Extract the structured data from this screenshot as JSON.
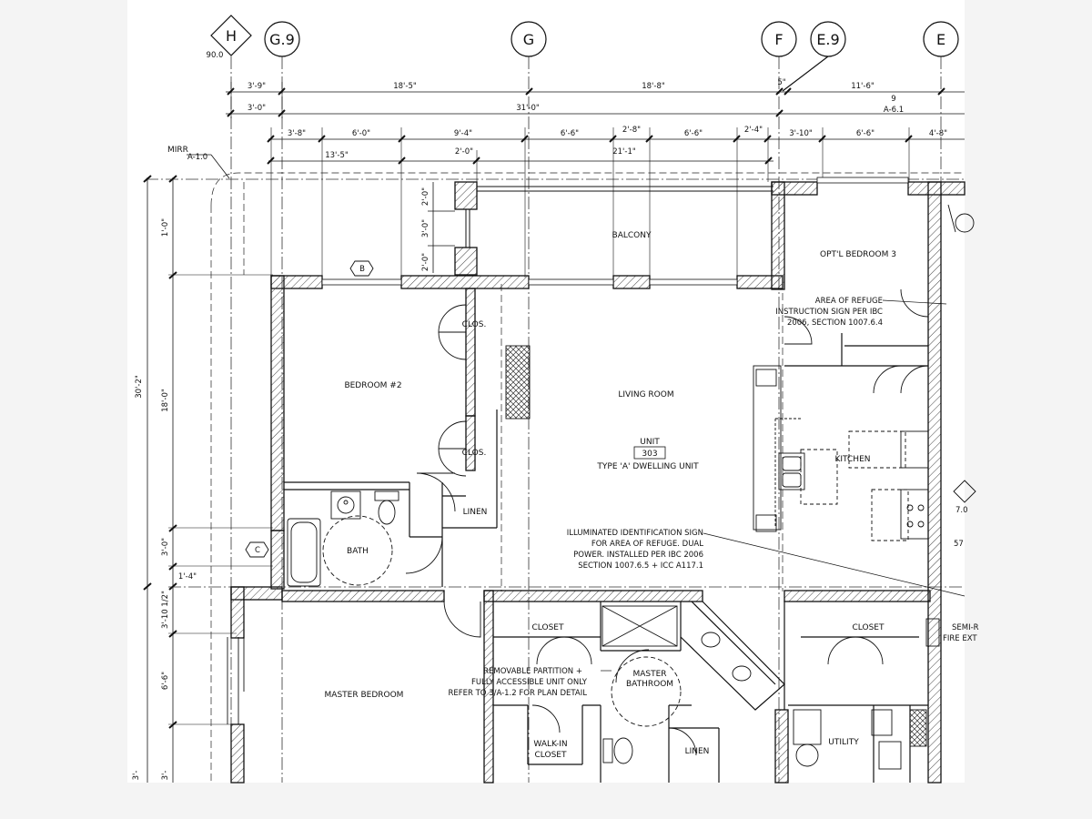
{
  "grid_lines": [
    {
      "id": "H",
      "shape": "diamond",
      "sub": "90.0"
    },
    {
      "id": "G.9",
      "shape": "circle"
    },
    {
      "id": "G",
      "shape": "circle"
    },
    {
      "id": "F",
      "shape": "circle"
    },
    {
      "id": "E.9",
      "shape": "circle"
    },
    {
      "id": "E",
      "shape": "circle"
    }
  ],
  "dims": {
    "row1": [
      "3'-9\"",
      "18'-5\"",
      "18'-8\"",
      "5\"",
      "11'-6\""
    ],
    "row2": [
      "3'-0\"",
      "31'-0\"",
      "9",
      "A-6.1"
    ],
    "row3": [
      "3'-8\"",
      "6'-0\"",
      "9'-4\"",
      "6'-6\"",
      "2'-8\"",
      "6'-6\"",
      "2'-4\"",
      "3'-10\"",
      "6'-6\"",
      "4'-8\""
    ],
    "row4": [
      "13'-5\"",
      "2'-0\"",
      "21'-1\""
    ],
    "left": [
      "1'-0\"",
      "30'-2\"",
      "18'-0\"",
      "3'-0\"",
      "1'-4\"",
      "3'-10 1/2\"",
      "6'-6\"",
      "3'-"
    ],
    "balcony_v": [
      "2'-0\"",
      "3'-0\"",
      "2'-0\""
    ]
  },
  "callouts": {
    "mirr": "MIRR",
    "mirr_ref": "A-1.0",
    "tag_b": "B",
    "tag_c": "C"
  },
  "rooms": {
    "balcony": "BALCONY",
    "bedroom3": "OPT'L BEDROOM 3",
    "bedroom2": "BEDROOM #2",
    "clos1": "CLOS.",
    "clos2": "CLOS.",
    "linen1": "LINEN",
    "bath": "BATH",
    "living": "LIVING ROOM",
    "unit": "UNIT",
    "unit_no": "303",
    "unit_type": "TYPE 'A' DWELLING UNIT",
    "kitchen": "KITCHEN",
    "closet1": "CLOSET",
    "master_bath": [
      "MASTER",
      "BATHROOM"
    ],
    "closet2": "CLOSET",
    "master_bed": "MASTER BEDROOM",
    "walk_in": [
      "WALK-IN",
      "CLOSET"
    ],
    "linen2": "LINEN",
    "utility": "UTILITY"
  },
  "notes": {
    "refuge": [
      "AREA OF REFUGE",
      "INSTRUCTION SIGN PER IBC",
      "2006, SECTION 1007.6.4"
    ],
    "illuminated": [
      "ILLUMINATED IDENTIFICATION SIGN",
      "FOR AREA OF REFUGE. DUAL",
      "POWER. INSTALLED PER IBC 2006",
      "SECTION 1007.6.5 + ICC A117.1"
    ],
    "partition": [
      "REMOVABLE PARTITION +",
      "FULLY ACCESSIBLE UNIT ONLY",
      "REFER TO 3/A-1.2 FOR PLAN DETAIL"
    ],
    "semi": [
      "SEMI-R",
      "FIRE EXT"
    ]
  },
  "edge_labels": [
    "3'-",
    "7.0",
    "57"
  ],
  "colors": {
    "ink": "#111111",
    "hatch": "#444444",
    "paper": "#ffffff",
    "background": "#f4f4f4"
  }
}
